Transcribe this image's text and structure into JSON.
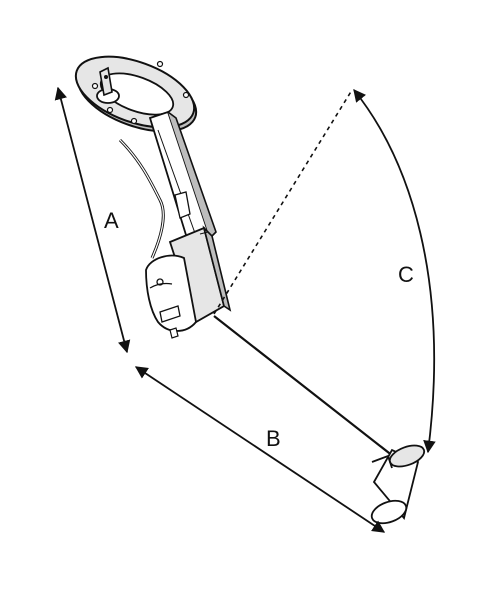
{
  "diagram": {
    "labels": {
      "a": "A",
      "b": "B",
      "c": "C"
    },
    "colors": {
      "ink": "#111111",
      "paper": "#ffffff",
      "shade": "#bdbdbd",
      "light_shade": "#e6e6e6"
    }
  }
}
